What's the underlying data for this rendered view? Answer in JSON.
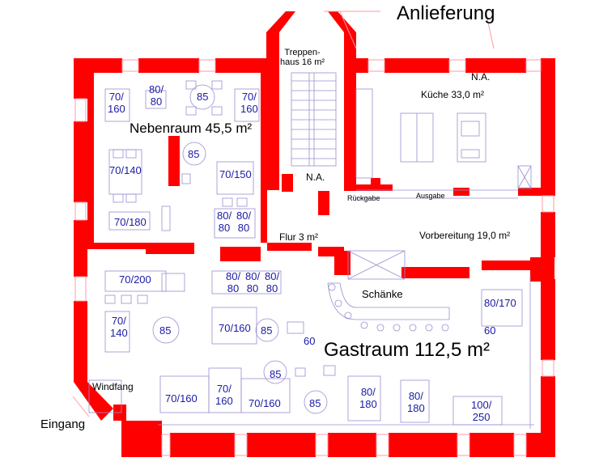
{
  "labels": {
    "anlieferung": "Anlieferung",
    "treppenhaus": "Treppen-\nhaus 16 m²",
    "na_top": "N.A.",
    "kueche": "Küche 33,0 m²",
    "nebenraum": "Nebenraum 45,5 m²",
    "na_mid": "N.A.",
    "rueckgabe": "Rückgabe",
    "ausgabe": "Ausgabe",
    "flur": "Flur 3 m²",
    "vorbereitung": "Vorbereitung 19,0 m²",
    "schaenke": "Schänke",
    "gastraum": "Gastraum 112,5 m²",
    "windfang": "Windfang",
    "eingang": "Eingang"
  },
  "tables": {
    "t1": "70/\n160",
    "t2": "80/\n80",
    "t3": "85",
    "t4": "70/\n160",
    "t5": "85",
    "t6": "70/140",
    "t7": "70/150",
    "t8": "70/180",
    "t9": "80/\n80",
    "t10": "80/\n80",
    "t11": "70/200",
    "t12": "80/\n80",
    "t13": "80/\n80",
    "t14": "80/\n80",
    "t15": "70/\n140",
    "t16": "85",
    "t17": "70/160",
    "t18": "85",
    "t19": "60",
    "t20": "80/170",
    "t21": "60",
    "t22": "85",
    "t23": "70/160",
    "t24": "70/\n160",
    "t25": "70/160",
    "t26": "85",
    "t27": "80/\n180",
    "t28": "80/\n180",
    "t29": "100/\n250"
  },
  "colors": {
    "wall": "#ff0000",
    "furniture": "#9a8fd0",
    "table_text": "#1a1aa6",
    "window": "#ff9aa8"
  }
}
